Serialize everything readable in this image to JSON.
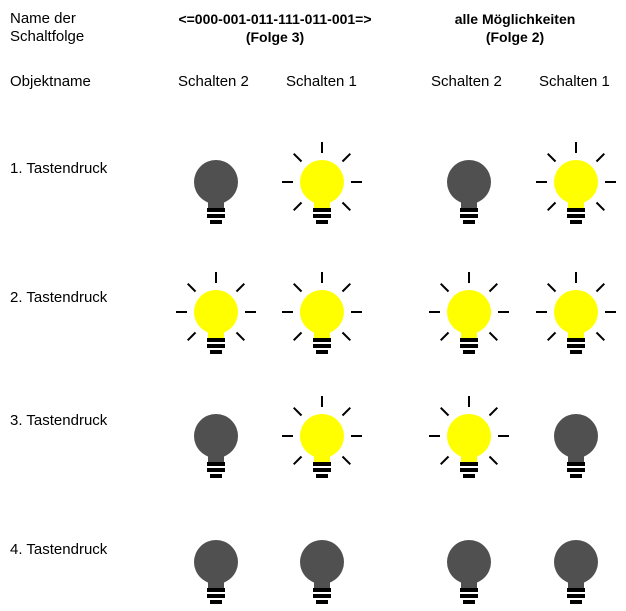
{
  "header": {
    "name_label": "Name der Schaltfolge",
    "group1_line1": "<=000-001-011-111-011-001=>",
    "group1_line2": "(Folge 3)",
    "group2_line1": "alle Möglichkeiten",
    "group2_line2": "(Folge 2)"
  },
  "object_label": "Objektname",
  "columns": [
    "Schalten 2",
    "Schalten 1",
    "Schalten 2",
    "Schalten 1"
  ],
  "rows": [
    {
      "label": "1. Tastendruck",
      "states": [
        false,
        true,
        false,
        true
      ]
    },
    {
      "label": "2. Tastendruck",
      "states": [
        true,
        true,
        true,
        true
      ]
    },
    {
      "label": "3. Tastendruck",
      "states": [
        false,
        true,
        true,
        false
      ]
    },
    {
      "label": "4. Tastendruck",
      "states": [
        false,
        false,
        false,
        false
      ]
    }
  ],
  "colors": {
    "bulb_on": "#ffff00",
    "bulb_off": "#505050",
    "base": "#000000",
    "rays": "#000000"
  }
}
